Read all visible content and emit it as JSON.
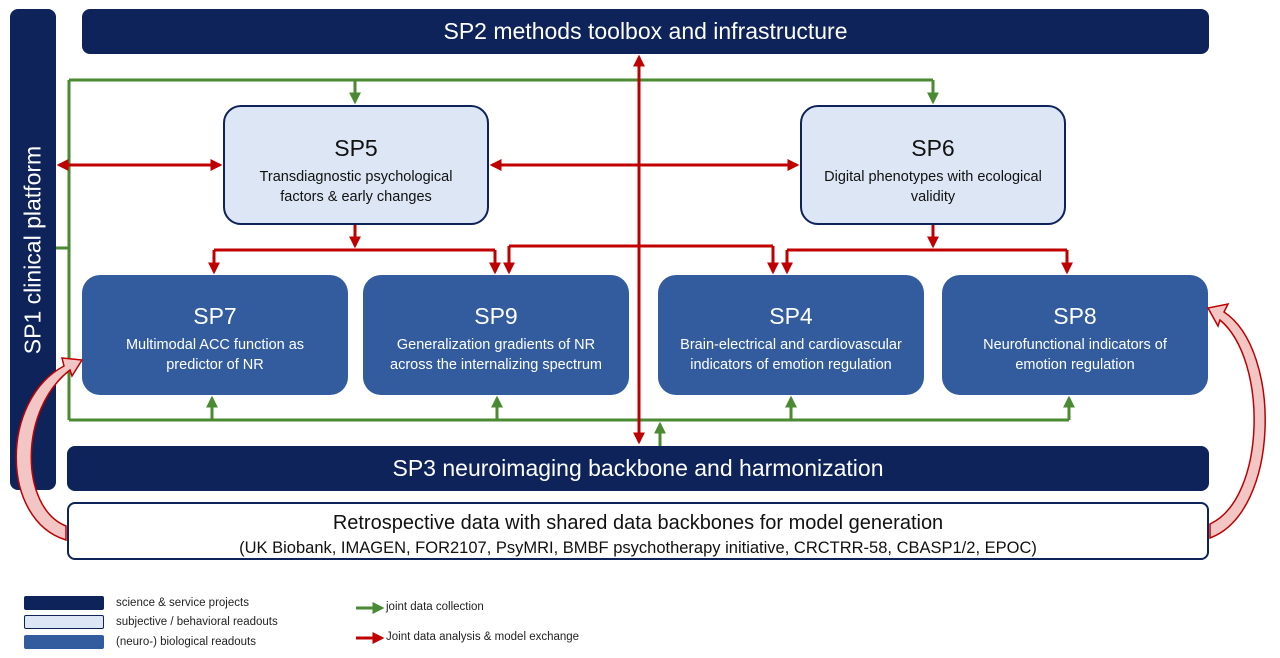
{
  "sp2": {
    "code": "SP2",
    "label": "methods toolbox and infrastructure"
  },
  "sp1": {
    "code": "SP1",
    "label": "clinical platform"
  },
  "sp3": {
    "code": "SP3",
    "label": "neuroimaging backbone and harmonization"
  },
  "sp5": {
    "title": "SP5",
    "line1": "Transdiagnostic psychological",
    "line2": "factors & early changes"
  },
  "sp6": {
    "title": "SP6",
    "line1": "Digital phenotypes with ecological",
    "line2": "validity"
  },
  "sp7": {
    "title": "SP7",
    "line1": "Multimodal ACC function as",
    "line2": "predictor of NR"
  },
  "sp9": {
    "title": "SP9",
    "line1": "Generalization gradients of NR",
    "line2": "across the internalizing spectrum"
  },
  "sp4": {
    "title": "SP4",
    "line1": "Brain-electrical and cardiovascular",
    "line2": "indicators of emotion regulation"
  },
  "sp8": {
    "title": "SP8",
    "line1": "Neurofunctional indicators of",
    "line2": "emotion regulation"
  },
  "retro": {
    "title": "Retrospective data with shared data backbones for model generation",
    "subtitle": "(UK Biobank, IMAGEN, FOR2107, PsyMRI, BMBF psychotherapy initiative, CRCTRR-58, CBASP1/2, EPOC)"
  },
  "legend": {
    "dark": "science & service projects",
    "light": "subjective / behavioral readouts",
    "mid": "(neuro-) biological readouts",
    "green": "joint data collection",
    "red": "Joint data analysis & model exchange"
  },
  "colors": {
    "dark": "#0d235a",
    "light": "#dce6f4",
    "mid": "#335c9f",
    "green": "#4a8a32",
    "red": "#c00000"
  }
}
